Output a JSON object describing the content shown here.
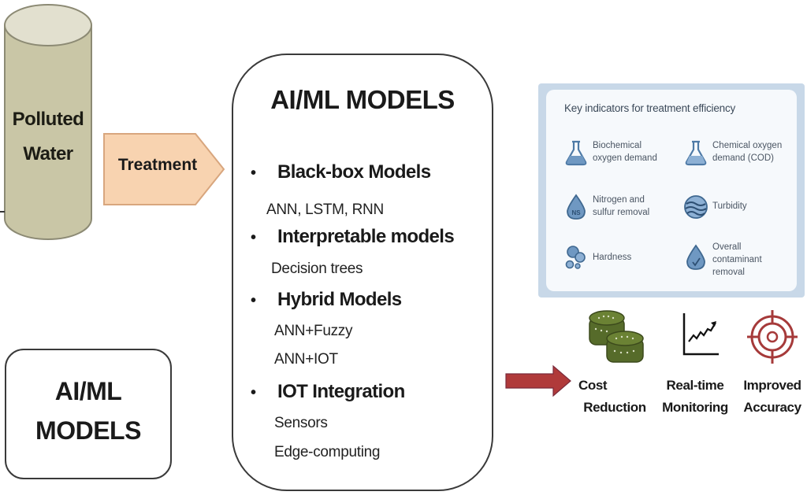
{
  "colors": {
    "cylinder_fill": "#c9c6a6",
    "cylinder_top": "#e2e0cf",
    "cylinder_stroke": "#8c8a74",
    "treatment_fill": "#f8d3b0",
    "treatment_stroke": "#d8a67e",
    "red_arrow": "#b03a3a",
    "coins_green": "#566b2a",
    "target_red": "#a63a3a",
    "indicator_blue": "#4e7aa6",
    "panel_border": "#c8d8e8"
  },
  "source": {
    "label_line1": "Polluted",
    "label_line2": "Water"
  },
  "process": {
    "label": "Treatment"
  },
  "models_box": {
    "title": "AI/ML MODELS",
    "categories": [
      {
        "bullet": "•",
        "label": "Black-box Models",
        "items": [
          "ANN, LSTM, RNN"
        ]
      },
      {
        "bullet": "•",
        "label": "Interpretable models",
        "items": [
          "Decision trees"
        ]
      },
      {
        "bullet": "•",
        "label": "Hybrid Models",
        "items": [
          "ANN+Fuzzy",
          "ANN+IOT"
        ]
      },
      {
        "bullet": "•",
        "label": "IOT Integration",
        "items": [
          "Sensors",
          "Edge-computing"
        ]
      }
    ]
  },
  "small_box": {
    "line1": "AI/ML",
    "line2": "MODELS"
  },
  "indicators": {
    "title": "Key indicators for treatment efficiency",
    "items": [
      {
        "icon": "flask-icon",
        "line1": "Biochemical",
        "line2": "oxygen demand",
        "line3": ""
      },
      {
        "icon": "flask-icon",
        "line1": "Chemical oxygen",
        "line2": "demand (COD)",
        "line3": ""
      },
      {
        "icon": "droplet-icon",
        "line1": "Nitrogen and",
        "line2": "sulfur removal",
        "line3": ""
      },
      {
        "icon": "waves-icon",
        "line1": "Turbidity",
        "line2": "",
        "line3": ""
      },
      {
        "icon": "bubbles-icon",
        "line1": "Hardness",
        "line2": "",
        "line3": ""
      },
      {
        "icon": "droplet-check-icon",
        "line1": "Overall",
        "line2": "contaminant",
        "line3": "removal"
      }
    ]
  },
  "benefits": [
    {
      "icon": "coins-icon",
      "line1": "Cost",
      "line2": "Reduction"
    },
    {
      "icon": "trend-chart-icon",
      "line1": "Real-time",
      "line2": "Monitoring"
    },
    {
      "icon": "target-icon",
      "line1": "Improved",
      "line2": "Accuracy"
    }
  ]
}
